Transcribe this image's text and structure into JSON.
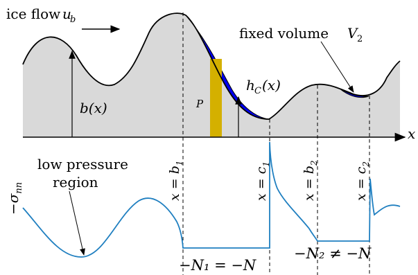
{
  "top_panel": {
    "ice_flow_text": "ice flow",
    "ice_flow_var": "u",
    "ice_flow_sub": "b",
    "bed_label": "b(x)",
    "cavity_height_label": "h",
    "cavity_height_sub": "C",
    "cavity_height_arg": "(x)",
    "fixed_volume_text": "fixed volume",
    "fixed_volume_var": "V",
    "fixed_volume_sub": "2",
    "pressure_patch_label": "P",
    "x_axis_label": "x"
  },
  "markers": [
    {
      "text": "x = b",
      "sub": "1"
    },
    {
      "text": "x = c",
      "sub": "1"
    },
    {
      "text": "x = b",
      "sub": "2"
    },
    {
      "text": "x = c",
      "sub": "2"
    }
  ],
  "bottom_panel": {
    "ylabel_sign": "−σ",
    "ylabel_sub": "nn",
    "low_pressure_line1": "low pressure",
    "low_pressure_line2": "region",
    "n1_label": "−N₁ = −N",
    "n2_label": "−N₂ ≠ −N"
  },
  "colors": {
    "bed_fill": "#d9d9d9",
    "cavity": "#0000ee",
    "pressure_patch": "#d4b000",
    "stress_curve": "#1f7fc0"
  }
}
